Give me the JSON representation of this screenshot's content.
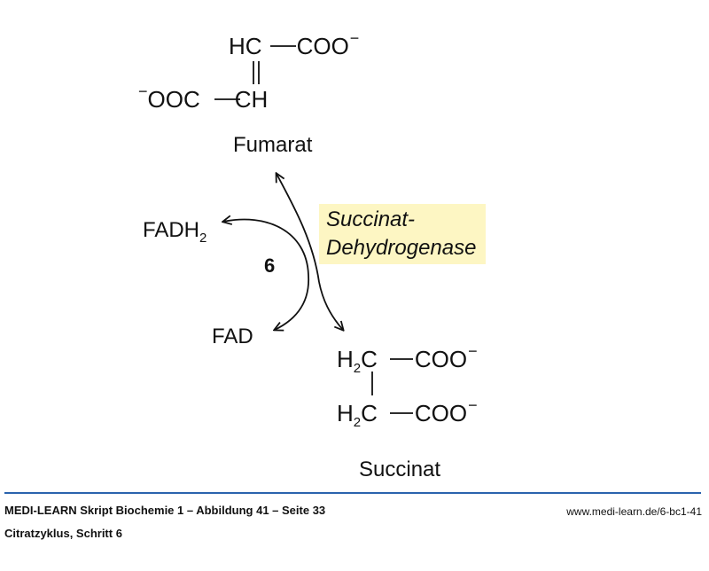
{
  "fumarat": {
    "row1": {
      "left": "HC",
      "right": "COO",
      "charge": "−"
    },
    "row2": {
      "charge": "−",
      "left": "OOC",
      "right": "CH"
    },
    "name": "Fumarat"
  },
  "cofactors": {
    "fadh2_base": "FADH",
    "fadh2_sub": "2",
    "fad": "FAD"
  },
  "step_number": "6",
  "enzyme": {
    "line1": "Succinat-",
    "line2": "Dehydrogenase"
  },
  "succinat": {
    "row1": {
      "h": "H",
      "sub": "2",
      "c": "C",
      "right": "COO",
      "charge": "−"
    },
    "row2": {
      "h": "H",
      "sub": "2",
      "c": "C",
      "right": "COO",
      "charge": "−"
    },
    "name": "Succinat"
  },
  "footer": {
    "title": "MEDI-LEARN Skript Biochemie 1 – Abbildung 41 – Seite 33",
    "subtitle": "Citratzyklus, Schritt 6",
    "url": "www.medi-learn.de/6-bc1-41"
  },
  "colors": {
    "highlight": "#b9d3ee",
    "enzyme_bg": "#fdf6c3",
    "rule": "#2a63ad"
  }
}
